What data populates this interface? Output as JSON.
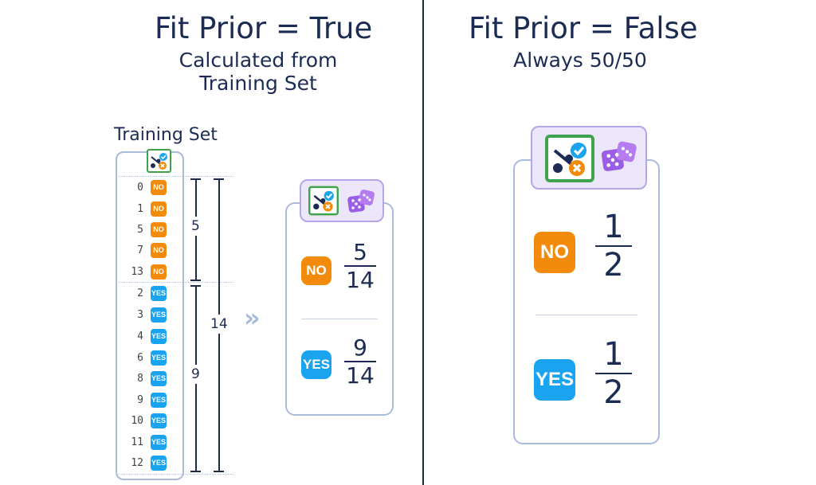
{
  "left": {
    "title": "Fit Prior = True",
    "subtitle_line1": "Calculated from",
    "subtitle_line2": "Training Set",
    "training_label": "Training Set",
    "rows": [
      {
        "idx": "0",
        "label": "NO",
        "kind": "no"
      },
      {
        "idx": "1",
        "label": "NO",
        "kind": "no"
      },
      {
        "idx": "5",
        "label": "NO",
        "kind": "no"
      },
      {
        "idx": "7",
        "label": "NO",
        "kind": "no"
      },
      {
        "idx": "13",
        "label": "NO",
        "kind": "no"
      },
      {
        "idx": "2",
        "label": "YES",
        "kind": "yes"
      },
      {
        "idx": "3",
        "label": "YES",
        "kind": "yes"
      },
      {
        "idx": "4",
        "label": "YES",
        "kind": "yes"
      },
      {
        "idx": "6",
        "label": "YES",
        "kind": "yes"
      },
      {
        "idx": "8",
        "label": "YES",
        "kind": "yes"
      },
      {
        "idx": "9",
        "label": "YES",
        "kind": "yes"
      },
      {
        "idx": "10",
        "label": "YES",
        "kind": "yes"
      },
      {
        "idx": "11",
        "label": "YES",
        "kind": "yes"
      },
      {
        "idx": "12",
        "label": "YES",
        "kind": "yes"
      }
    ],
    "count_no": "5",
    "count_yes": "9",
    "count_total": "14",
    "arrow": "»",
    "prior": {
      "no_label": "NO",
      "no_num": "5",
      "no_den": "14",
      "yes_label": "YES",
      "yes_num": "9",
      "yes_den": "14"
    }
  },
  "right": {
    "title": "Fit Prior = False",
    "subtitle": "Always 50/50",
    "prior": {
      "no_label": "NO",
      "no_num": "1",
      "no_den": "2",
      "yes_label": "YES",
      "yes_num": "1",
      "yes_den": "2"
    }
  },
  "colors": {
    "no": "#f28b0c",
    "yes": "#1aa3ef",
    "dice": "#9b5de5",
    "check": "#1aa3ef",
    "frame": "#3fa34d"
  }
}
